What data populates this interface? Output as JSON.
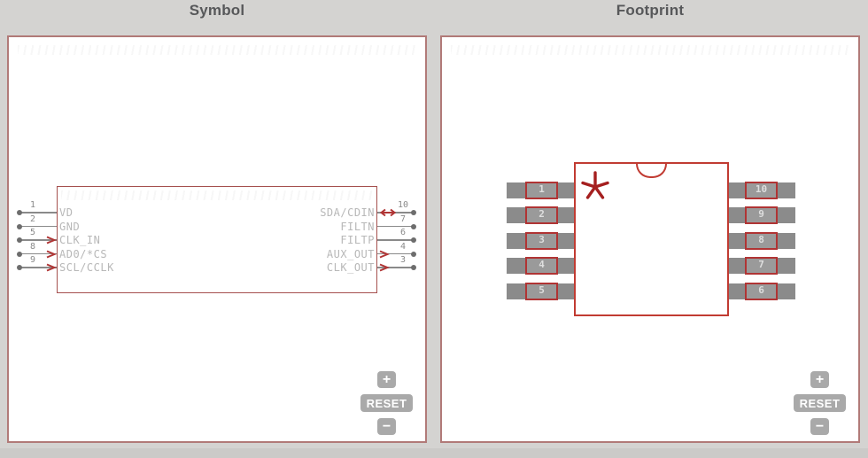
{
  "symbol": {
    "title": "Symbol",
    "pins_left": [
      {
        "number": "1",
        "name": "VD",
        "dir": "none"
      },
      {
        "number": "2",
        "name": "GND",
        "dir": "none"
      },
      {
        "number": "5",
        "name": "CLK_IN",
        "dir": "in"
      },
      {
        "number": "8",
        "name": "AD0/*CS",
        "dir": "in"
      },
      {
        "number": "9",
        "name": "SCL/CCLK",
        "dir": "in"
      }
    ],
    "pins_right": [
      {
        "number": "10",
        "name": "SDA/CDIN",
        "dir": "bidir"
      },
      {
        "number": "7",
        "name": "FILTN",
        "dir": "none"
      },
      {
        "number": "6",
        "name": "FILTP",
        "dir": "none"
      },
      {
        "number": "4",
        "name": "AUX_OUT",
        "dir": "out"
      },
      {
        "number": "3",
        "name": "CLK_OUT",
        "dir": "out"
      }
    ]
  },
  "footprint": {
    "title": "Footprint",
    "pads_left": [
      "1",
      "2",
      "3",
      "4",
      "5"
    ],
    "pads_right": [
      "10",
      "9",
      "8",
      "7",
      "6"
    ],
    "pin1_marker": "asterisk"
  },
  "controls": {
    "zoom_in": "+",
    "reset": "RESET",
    "zoom_out": "−"
  },
  "colors": {
    "accent_red": "#b03434",
    "body_outline": "#c13b32",
    "panel_border": "#b17a78",
    "symbol_outline": "#a5504e",
    "pad_gray": "#8b8b8b",
    "background": "#d4d3d1"
  }
}
